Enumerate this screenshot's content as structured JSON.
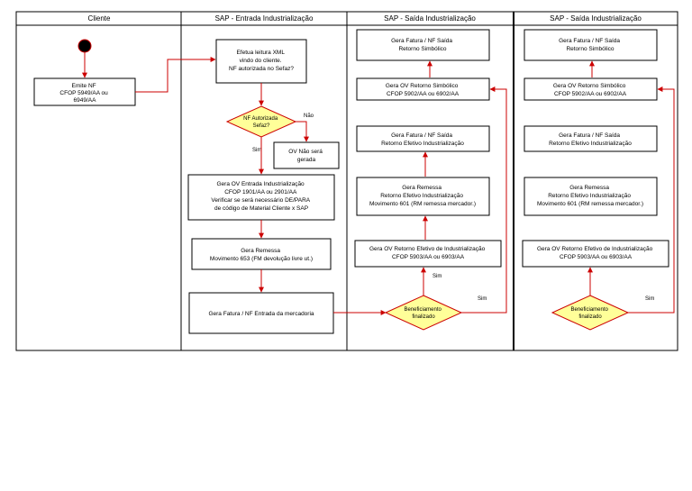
{
  "lanes": {
    "cliente": "Cliente",
    "entrada": "SAP - Entrada Industrialização",
    "saida1": "SAP - Saída Industrialização",
    "saida2": "SAP - Saída Industrialização"
  },
  "cliente": {
    "emite_nf": [
      "Emite NF",
      "CFOP 5949/AA ou",
      "6949/AA"
    ]
  },
  "entrada": {
    "leitura_xml": [
      "Efetua leitura XML",
      "vindo do cliente.",
      "NF autorizada no Sefaz?"
    ],
    "decisao": [
      "NF Autorizada",
      "Sefaz?"
    ],
    "nao_label": "Não",
    "sim_label": "Sim",
    "ov_nao": [
      "OV Não será",
      "gerada"
    ],
    "gera_ov": [
      "Gera OV Entrada Industrialização",
      "CFOP 1901/AA ou 2901/AA",
      "Verificar se será necessário DE/PARA",
      "de código de Material Cliente x SAP"
    ],
    "gera_remessa": [
      "Gera Remessa",
      "Movimento 653 (FM devolução livre ut.)"
    ],
    "gera_fatura": "Gera Fatura / NF Entrada da mercadoria"
  },
  "saida1": {
    "fatura_simbolico": [
      "Gera Fatura / NF Saída",
      "Retorno Simbólico"
    ],
    "ov_simbolico": [
      "Gera OV Retorno Simbólico",
      "CFOP 5902/AA ou 6902/AA"
    ],
    "fatura_efetivo": [
      "Gera Fatura / NF Saída",
      "Retorno Efetivo Industrialização"
    ],
    "remessa": [
      "Gera Remessa",
      "Retorno Efetivo Industrialização",
      "Movimento 601 (RM remessa mercador.)"
    ],
    "ov_efetivo": [
      "Gera OV Retorno Efetivo de Industrialização",
      "CFOP 5903/AA ou 6903/AA"
    ],
    "decisao": [
      "Beneficiamento",
      "finalizado"
    ],
    "sim_up": "Sim",
    "sim_right": "Sim"
  },
  "saida2": {
    "fatura_simbolico": [
      "Gera Fatura / NF Saída",
      "Retorno Simbólico"
    ],
    "ov_simbolico": [
      "Gera OV Retorno Simbólico",
      "CFOP 5902/AA ou 6902/AA"
    ],
    "fatura_efetivo": [
      "Gera Fatura / NF Saída",
      "Retorno Efetivo Industrialização"
    ],
    "remessa": [
      "Gera Remessa",
      "Retorno Efetivo Industrialização",
      "Movimento 601 (RM remessa mercador.)"
    ],
    "ov_efetivo": [
      "Gera OV Retorno Efetivo de Industrialização",
      "CFOP 5903/AA ou 6903/AA"
    ],
    "decisao": [
      "Beneficiamento",
      "finalizado"
    ],
    "sim_right": "Sim"
  },
  "colors": {
    "arrow": "#cc0000",
    "decision_fill": "#ffff99",
    "decision_stroke": "#cc0000",
    "border": "#000000"
  }
}
